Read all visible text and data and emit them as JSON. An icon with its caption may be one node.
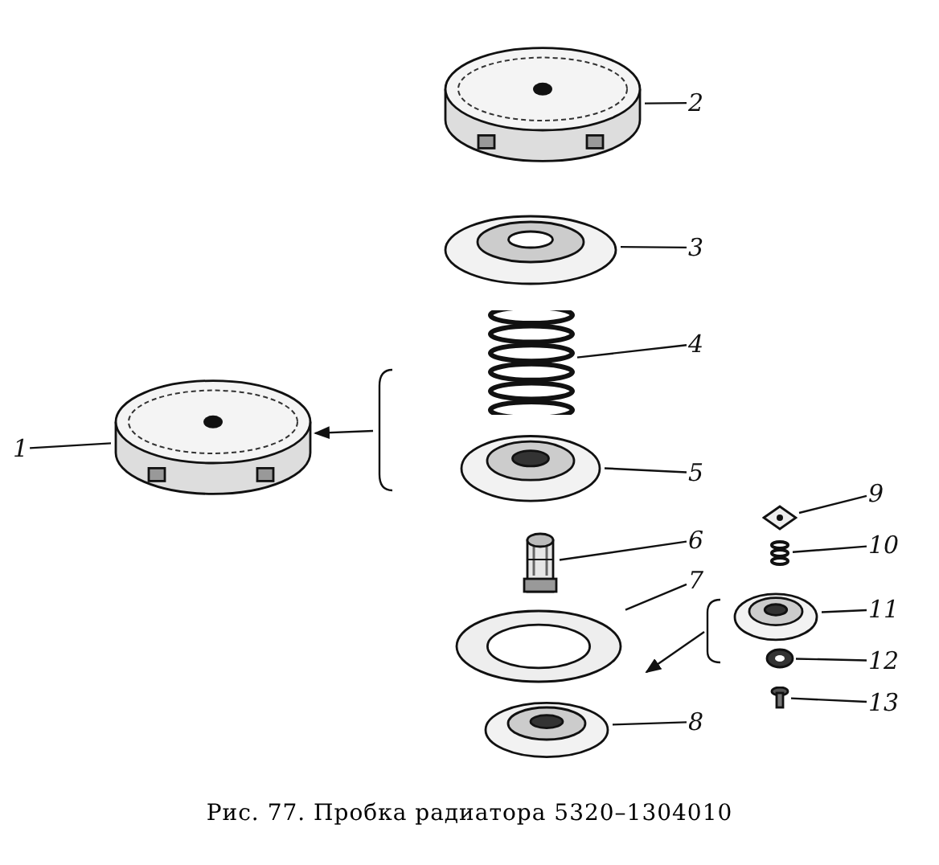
{
  "diagram": {
    "caption": "Рис. 77. Пробка радиатора 5320–1304010",
    "nodes": [
      {
        "text": [
          "1"
        ]
      },
      {
        "text": [
          "2"
        ]
      },
      {
        "text": [
          "3"
        ]
      },
      {
        "text": [
          "4"
        ]
      },
      {
        "text": [
          "5"
        ]
      },
      {
        "text": [
          "6"
        ]
      },
      {
        "text": [
          "7"
        ]
      },
      {
        "text": [
          "8"
        ]
      },
      {
        "text": [
          "9"
        ]
      },
      {
        "text": [
          "10"
        ]
      },
      {
        "text": [
          "11"
        ]
      },
      {
        "text": [
          "12"
        ]
      },
      {
        "text": [
          "13"
        ]
      },
      {
        "text": [],
        "shape": "picture"
      },
      {
        "text": [],
        "shape": "picture"
      },
      {
        "text": [],
        "shape": "picture"
      },
      {
        "text": [],
        "shape": "picture"
      },
      {
        "text": [],
        "shape": "picture"
      },
      {
        "text": [],
        "shape": "picture"
      },
      {
        "text": [],
        "shape": "picture"
      },
      {
        "text": [],
        "shape": "picture"
      },
      {
        "text": [],
        "shape": "picture"
      },
      {
        "text": [],
        "shape": "picture"
      },
      {
        "text": [],
        "shape": "picture"
      },
      {
        "text": [],
        "shape": "picture"
      },
      {
        "text": [],
        "shape": "picture"
      }
    ],
    "edges": [
      {
        "from": 0,
        "to": 13,
        "arrow": "none"
      },
      {
        "from": 1,
        "to": 14,
        "arrow": "none"
      },
      {
        "from": 2,
        "to": 15,
        "arrow": "none"
      },
      {
        "from": 3,
        "to": 16,
        "arrow": "none"
      },
      {
        "from": 4,
        "to": 17,
        "arrow": "none"
      },
      {
        "from": 5,
        "to": 18,
        "arrow": "none"
      },
      {
        "from": 6,
        "to": 19,
        "arrow": "none"
      },
      {
        "from": 7,
        "to": 20,
        "arrow": "none"
      },
      {
        "from": 8,
        "to": 21,
        "arrow": "none"
      },
      {
        "from": 9,
        "to": 22,
        "arrow": "none"
      },
      {
        "from": 10,
        "to": 23,
        "arrow": "none"
      },
      {
        "from": 11,
        "to": 24,
        "arrow": "none"
      },
      {
        "from": 12,
        "to": 25,
        "arrow": "none"
      },
      {
        "from": null,
        "to": 13,
        "arrow": "to"
      }
    ]
  }
}
